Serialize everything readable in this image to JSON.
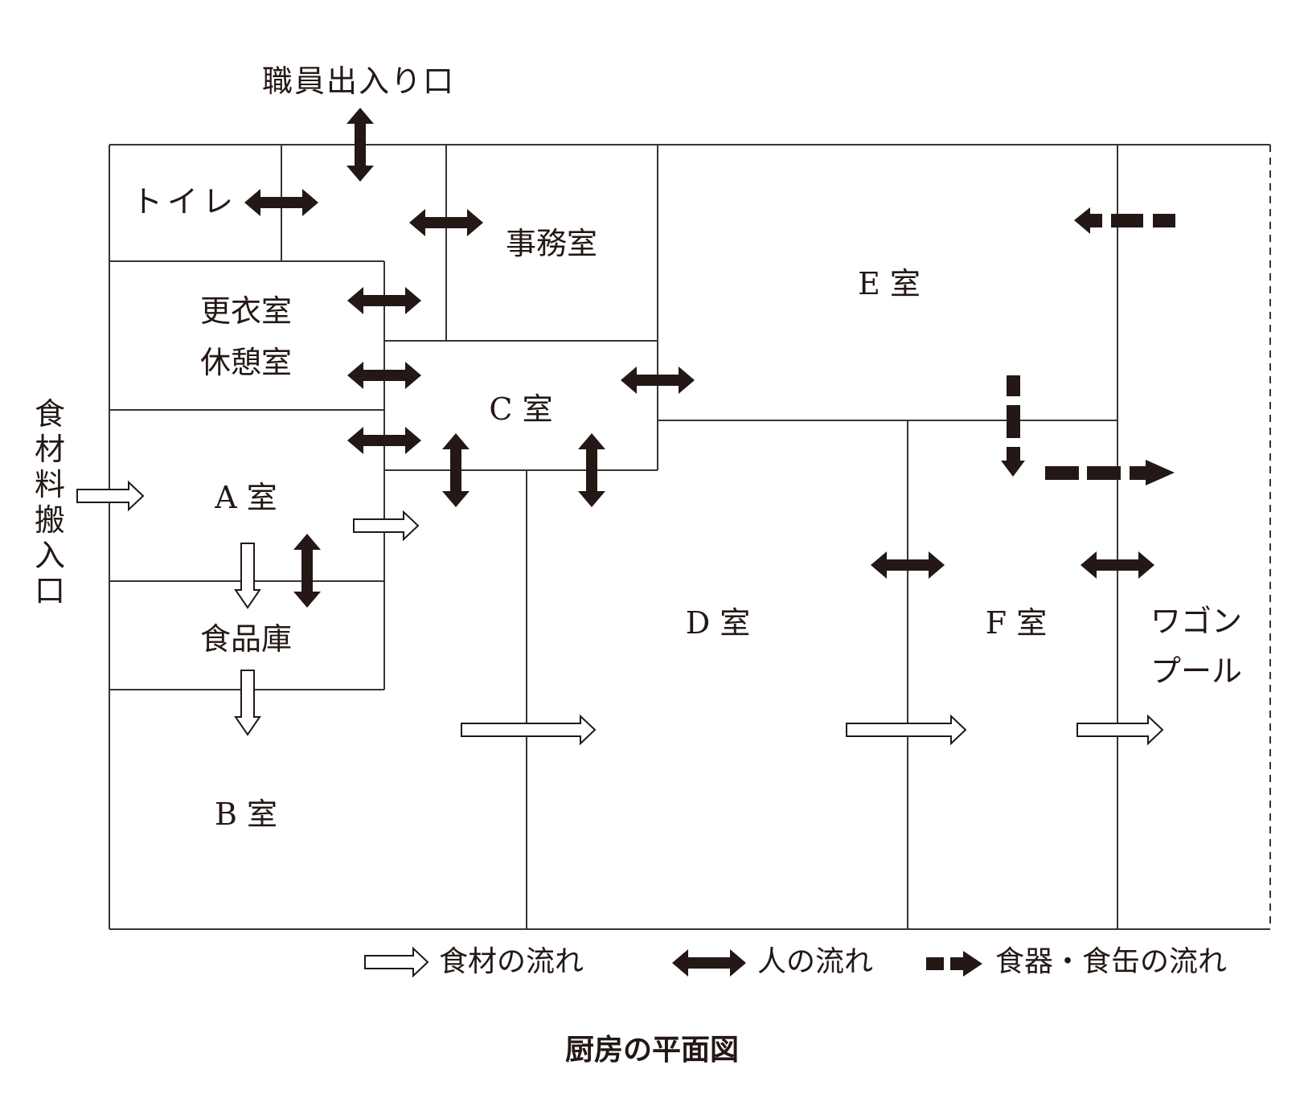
{
  "title": "厨房の平面図",
  "entrances": {
    "staff": "職員出入り口",
    "food_delivery": "食材料搬入口"
  },
  "rooms": {
    "toilet": "トイレ",
    "office": "事務室",
    "locker_line1": "更衣室",
    "locker_line2": "休憩室",
    "room_a": "A 室",
    "pantry": "食品庫",
    "room_b": "B 室",
    "room_c": "C 室",
    "room_d": "D 室",
    "room_e": "E 室",
    "room_f": "F 室",
    "wagon_line1": "ワゴン",
    "wagon_line2": "プール"
  },
  "legend": {
    "food_flow": "食材の流れ",
    "people_flow": "人の流れ",
    "dish_flow": "食器・食缶の流れ"
  },
  "colors": {
    "ink": "#231815",
    "wall": "#3a3330",
    "background": "#ffffff"
  }
}
